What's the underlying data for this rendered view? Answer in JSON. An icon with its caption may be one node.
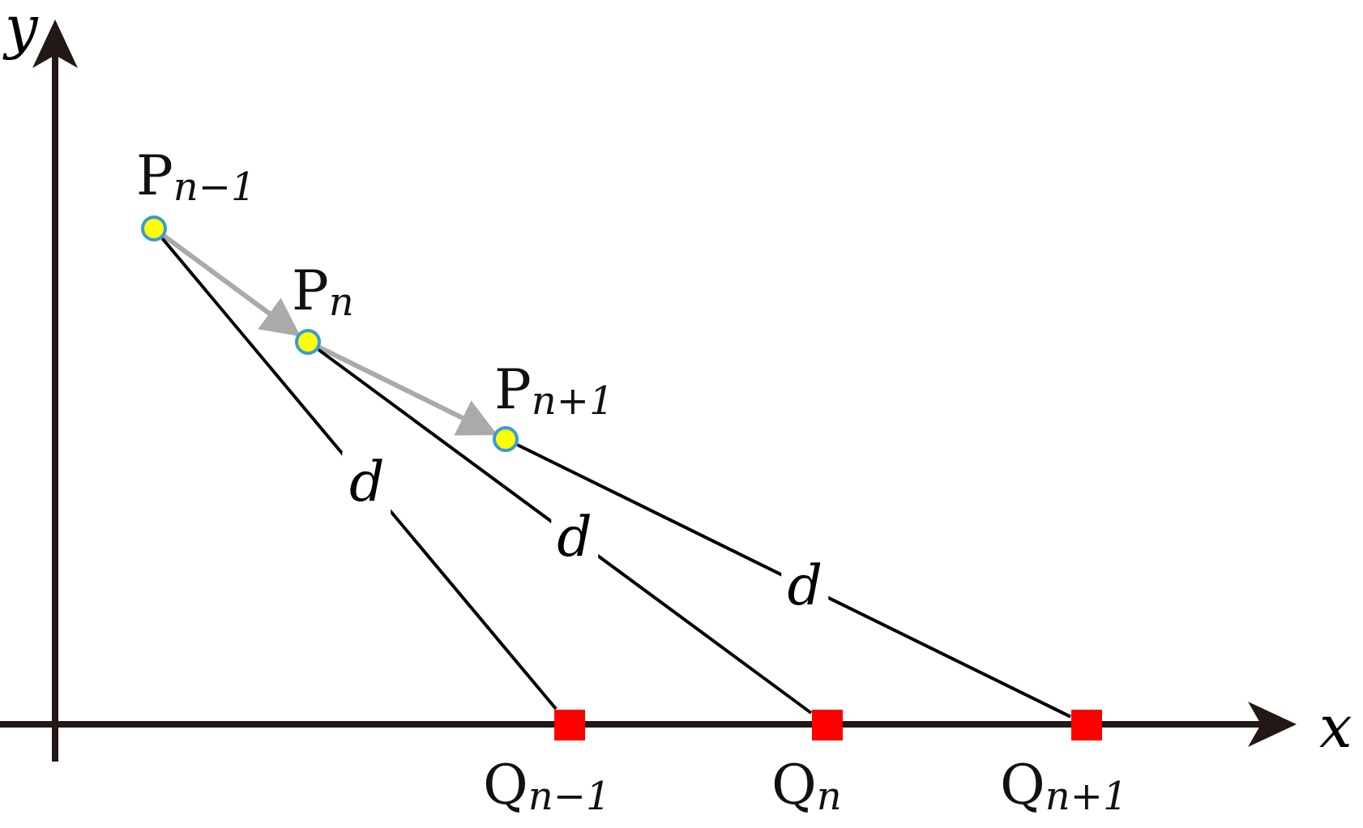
{
  "diagram": {
    "nodes": [
      {
        "text": [],
        "shape": "circle",
        "beside": [
          "P$_{n−1}$"
        ]
      },
      {
        "text": [],
        "shape": "circle",
        "beside": [
          "P$_{n}$"
        ]
      },
      {
        "text": [],
        "shape": "circle",
        "beside": [
          "P$_{n+1}$"
        ]
      },
      {
        "text": [],
        "shape": "box",
        "beside": [
          "Q$_{n−1}$"
        ]
      },
      {
        "text": [],
        "shape": "box",
        "beside": [
          "Q$_{n}$"
        ]
      },
      {
        "text": [],
        "shape": "box",
        "beside": [
          "Q$_{n+1}$"
        ]
      }
    ],
    "edges": [
      {
        "from": 0,
        "to": 1,
        "arrow": "to",
        "color": "#aaaaaa"
      },
      {
        "from": 1,
        "to": 2,
        "arrow": "to",
        "color": "#aaaaaa"
      },
      {
        "from": 0,
        "to": 3,
        "arrow": "none",
        "label": "d"
      },
      {
        "from": 1,
        "to": 4,
        "arrow": "none",
        "label": "d"
      },
      {
        "from": 2,
        "to": 5,
        "arrow": "none",
        "label": "d"
      }
    ],
    "labels": [
      "y",
      "x"
    ]
  }
}
